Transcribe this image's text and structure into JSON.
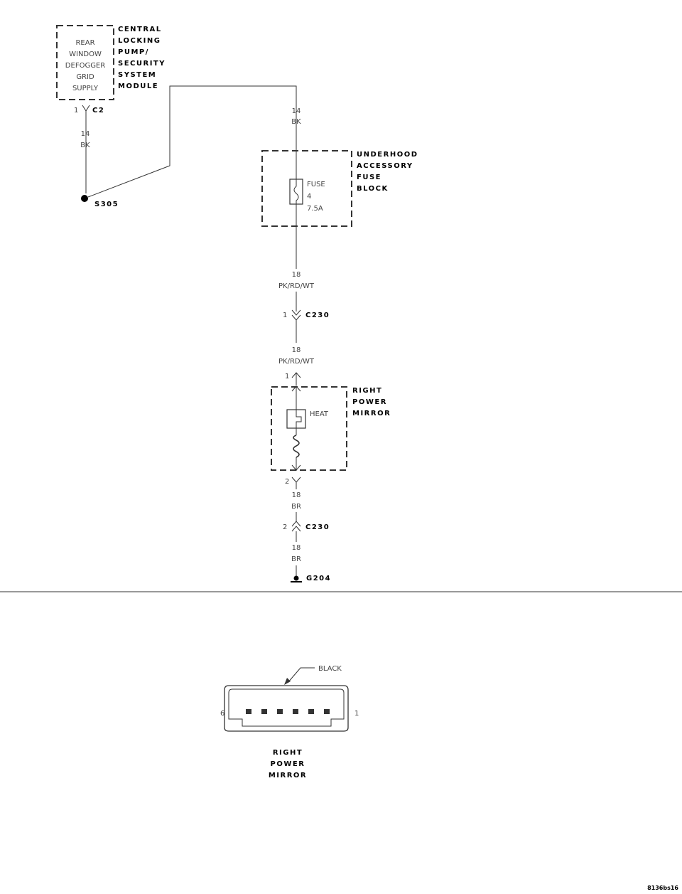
{
  "module_box": {
    "text_lines": [
      "REAR",
      "WINDOW",
      "DEFOGGER",
      "GRID",
      "SUPPLY"
    ],
    "title_lines": [
      "CENTRAL",
      "LOCKING",
      "PUMP/",
      "SECURITY",
      "SYSTEM",
      "MODULE"
    ]
  },
  "c2": {
    "pin": "1",
    "name": "C2"
  },
  "wire_left": {
    "gauge": "14",
    "color": "BK"
  },
  "splice": {
    "name": "S305"
  },
  "wire_top": {
    "gauge": "14",
    "color": "BK"
  },
  "fuse_block": {
    "title_lines": [
      "UNDERHOOD",
      "ACCESSORY",
      "FUSE",
      "BLOCK"
    ],
    "fuse_label": "FUSE",
    "fuse_number": "4",
    "fuse_rating": "7.5A"
  },
  "wire_after_fuse": {
    "gauge": "18",
    "color": "PK/RD/WT"
  },
  "c230_top": {
    "pin": "1",
    "name": "C230"
  },
  "wire_mid": {
    "gauge": "18",
    "color": "PK/RD/WT"
  },
  "mirror_in_pin": "1",
  "mirror": {
    "title_lines": [
      "RIGHT",
      "POWER",
      "MIRROR"
    ],
    "heat_label": "HEAT"
  },
  "mirror_out_pin": "2",
  "wire_low1": {
    "gauge": "18",
    "color": "BR"
  },
  "c230_bottom": {
    "pin": "2",
    "name": "C230"
  },
  "wire_low2": {
    "gauge": "18",
    "color": "BR"
  },
  "ground": {
    "name": "G204"
  },
  "connector_view": {
    "color_label": "BLACK",
    "pin_left": "6",
    "pin_right": "1",
    "title_lines": [
      "RIGHT",
      "POWER",
      "MIRROR"
    ]
  },
  "figure_id": "8136bs16"
}
